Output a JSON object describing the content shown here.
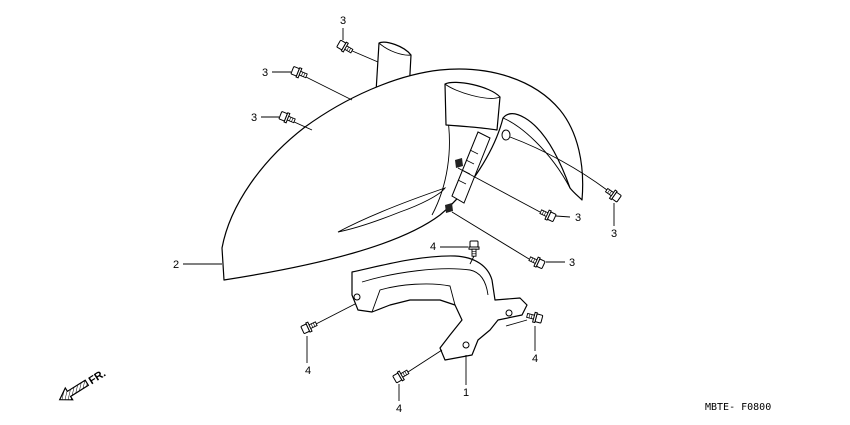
{
  "callouts": {
    "bolt_top": "3",
    "bolt_upper_left": "3",
    "bolt_left": "3",
    "front_fender": "2",
    "bolt_side_upper": "3",
    "bolt_front_tip": "3",
    "bolt_bracket_top": "4",
    "bolt_side_lower": "3",
    "bolt_bracket_right": "4",
    "bolt_bracket_left": "4",
    "fender_bracket": "1",
    "bolt_bracket_bottom": "4"
  },
  "direction_label": "FR.",
  "diagram_code": "MBTE- F0800"
}
